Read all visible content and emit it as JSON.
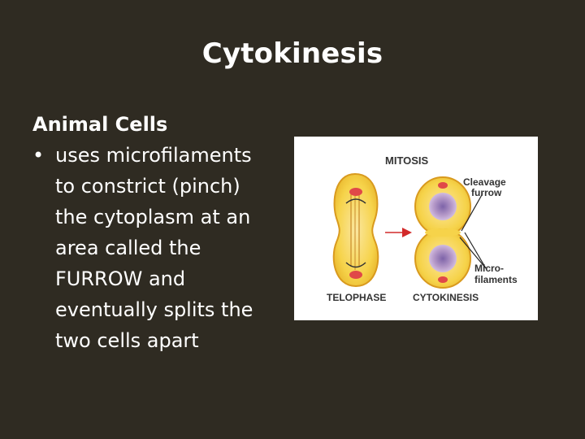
{
  "slide": {
    "title": "Cytokinesis",
    "subheading": "Animal Cells",
    "bullet_symbol": "•",
    "bullet_lines": [
      "uses microfilaments",
      "to constrict (pinch)",
      "the cytoplasm at an",
      "area called the",
      "FURROW and",
      "eventually splits the",
      "two cells apart"
    ]
  },
  "figure": {
    "heading": "MITOSIS",
    "label_cleavage_1": "Cleavage",
    "label_cleavage_2": "furrow",
    "label_micro_1": "Micro-",
    "label_micro_2": "filaments",
    "label_telophase": "TELOPHASE",
    "label_cytokinesis": "CYTOKINESIS"
  },
  "colors": {
    "background": "#2f2b22",
    "text": "#ffffff",
    "cell_fill": "#f6d34a",
    "cell_outline": "#d99a1e",
    "nucleus": "#b69ac9",
    "arrow": "#d22a2a"
  }
}
